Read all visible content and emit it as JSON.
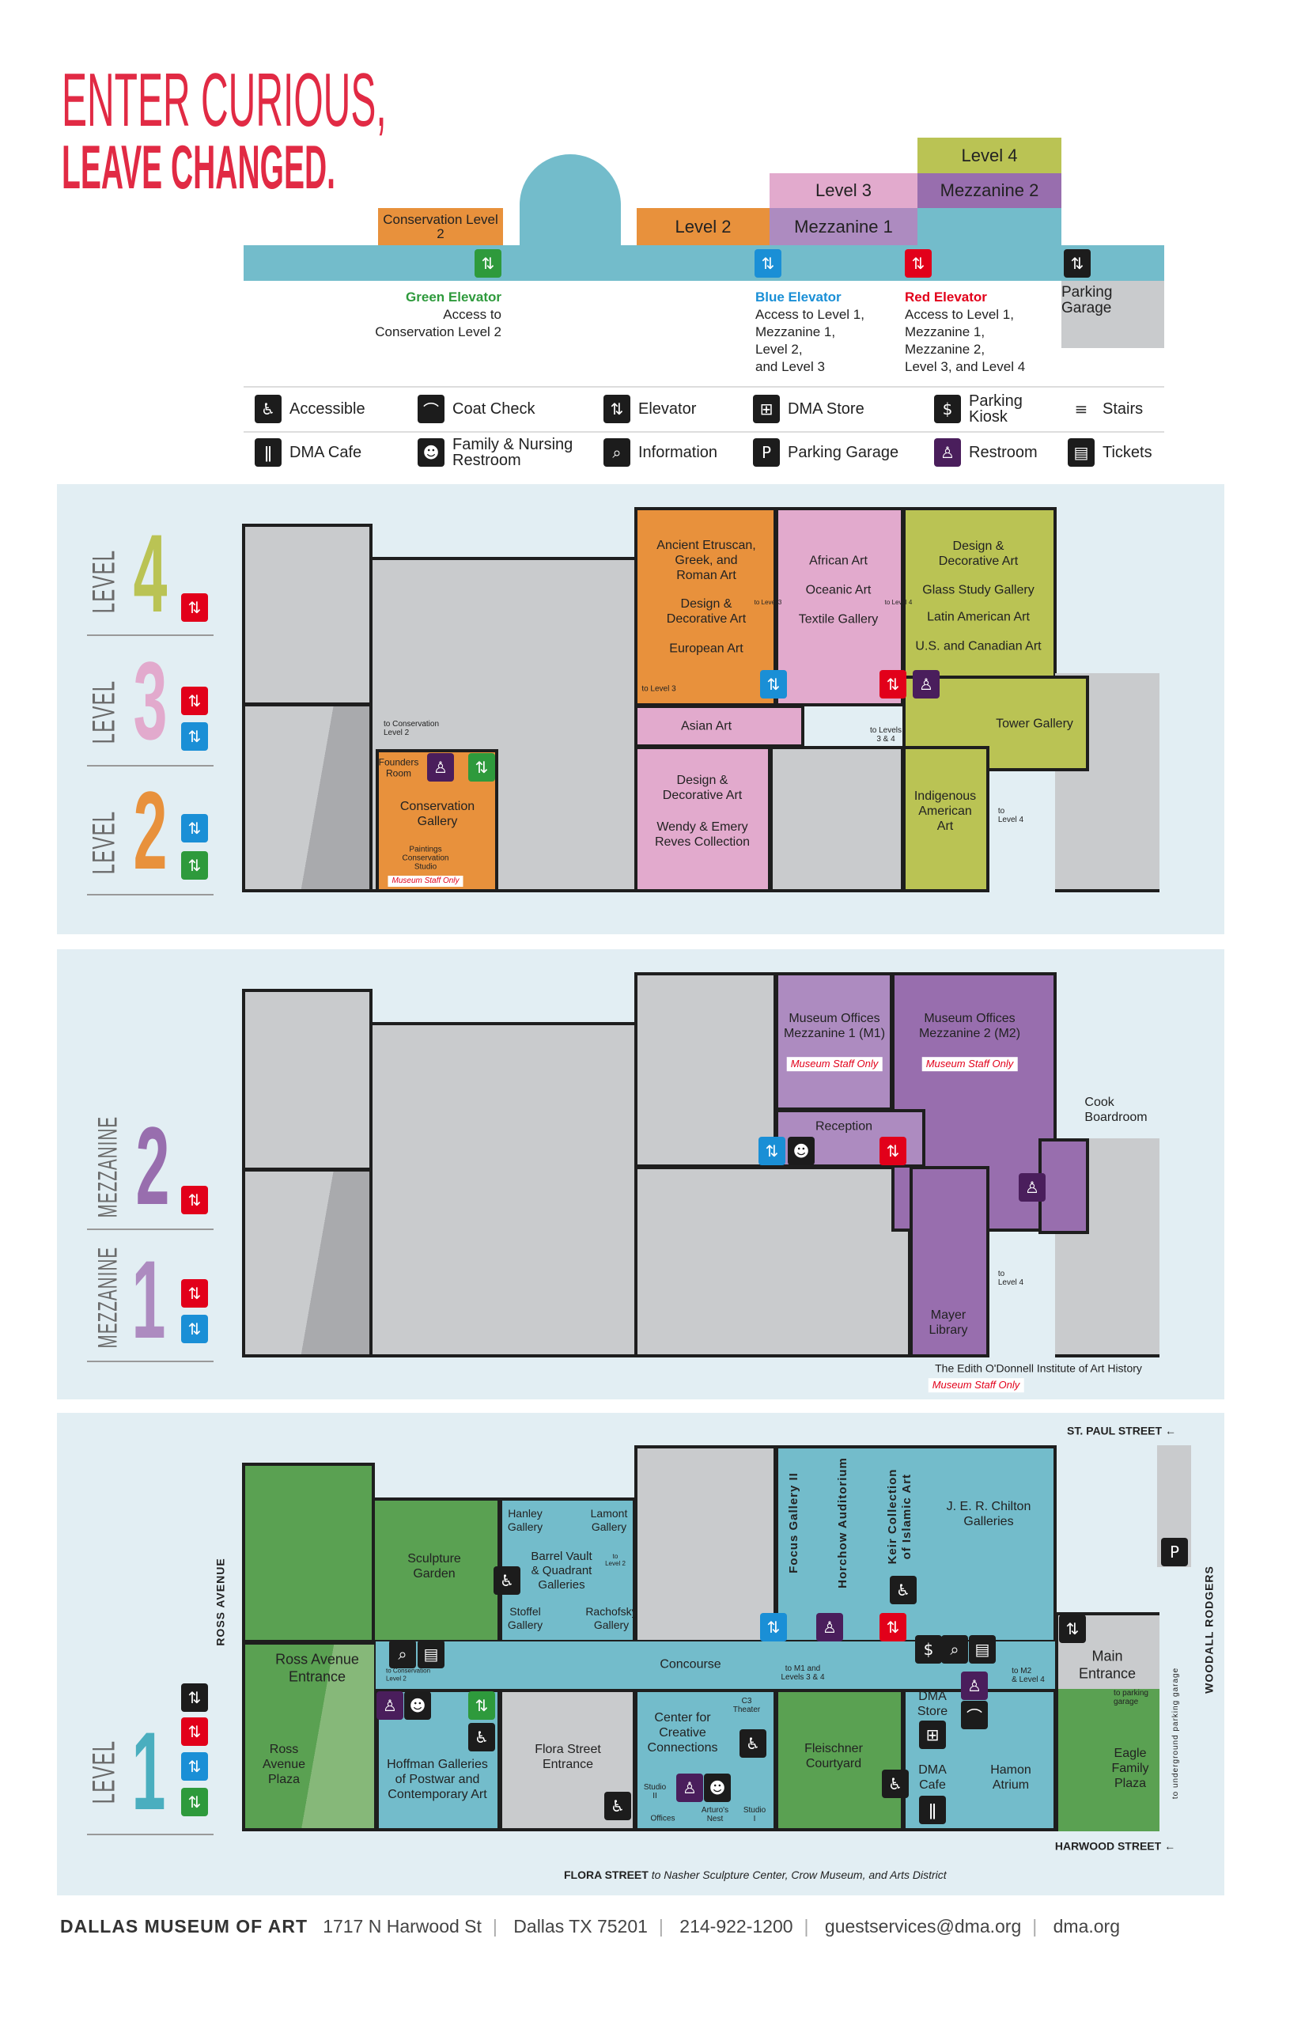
{
  "headline": {
    "line1": "ENTER CURIOUS,",
    "line2": "LEAVE CHANGED."
  },
  "elevator_diagram": {
    "blocks": {
      "conservation_level2": "Conservation\nLevel 2",
      "level2": "Level 2",
      "mezzanine1": "Mezzanine 1",
      "level3": "Level 3",
      "mezzanine2": "Mezzanine 2",
      "level4": "Level 4"
    },
    "parking_garage": "Parking\nGarage",
    "green": {
      "title": "Green Elevator",
      "desc": "Access to\nConservation Level 2",
      "color": "#2e9a3c"
    },
    "blue": {
      "title": "Blue Elevator",
      "desc": "Access to Level 1,\nMezzanine 1,\nLevel 2,\nand Level 3",
      "color": "#1a8fd6"
    },
    "red": {
      "title": "Red Elevator",
      "desc": "Access to Level 1,\nMezzanine 1,\nMezzanine 2,\nLevel 3, and Level 4",
      "color": "#e2001a"
    }
  },
  "legend": [
    {
      "label": "Accessible",
      "icon": "accessible-icon"
    },
    {
      "label": "Coat Check",
      "icon": "coat-check-icon"
    },
    {
      "label": "Elevator",
      "icon": "elevator-icon"
    },
    {
      "label": "DMA Store",
      "icon": "store-icon"
    },
    {
      "label": "Parking\nKiosk",
      "icon": "parking-kiosk-icon"
    },
    {
      "label": "Stairs",
      "icon": "stairs-icon"
    },
    {
      "label": "DMA Cafe",
      "icon": "cafe-icon"
    },
    {
      "label": "Family & Nursing\nRestroom",
      "icon": "family-restroom-icon"
    },
    {
      "label": "Information",
      "icon": "information-icon"
    },
    {
      "label": "Parking Garage",
      "icon": "parking-garage-icon"
    },
    {
      "label": "Restroom",
      "icon": "restroom-icon"
    },
    {
      "label": "Tickets",
      "icon": "tickets-icon"
    }
  ],
  "upper_levels": {
    "level_word": "LEVEL",
    "n4": "4",
    "n3": "3",
    "n2": "2",
    "rooms": {
      "ancient": "Ancient Etruscan,\nGreek, and\nRoman Art",
      "dda_orange": "Design &\nDecorative Art",
      "european": "European Art",
      "african": "African Art",
      "oceanic": "Oceanic Art",
      "textile": "Textile Gallery",
      "dda_olive": "Design &\nDecorative Art",
      "glass": "Glass Study Gallery",
      "latin": "Latin American Art",
      "us_canadian": "U.S. and Canadian Art",
      "asian": "Asian Art",
      "tower": "Tower Gallery",
      "dda_pink": "Design &\nDecorative Art",
      "reves": "Wendy & Emery\nReves Collection",
      "indigenous": "Indigenous\nAmerican\nArt",
      "founders": "Founders\nRoom",
      "conservation_gallery": "Conservation\nGallery",
      "paintings_studio": "Paintings\nConservation\nStudio",
      "staff_only": "Museum Staff Only"
    },
    "notes": {
      "to_cons": "to Conservation\nLevel 2",
      "to_level3": "to Level 3",
      "to_level3_small": "to Level 3",
      "to_level4_small": "to Level 4",
      "to_levels_34": "to Levels\n3 & 4",
      "to_level4": "to\nLevel 4"
    }
  },
  "mezzanines": {
    "word": "MEZZANINE",
    "n2": "2",
    "n1": "1",
    "rooms": {
      "m1": "Museum Offices\nMezzanine 1 (M1)",
      "m2": "Museum Offices\nMezzanine 2 (M2)",
      "staff_only": "Museum Staff Only",
      "reception": "Reception",
      "cook": "Cook\nBoardroom",
      "mayer": "Mayer\nLibrary",
      "edith": "The Edith O'Donnell Institute of Art History",
      "to_level4": "to\nLevel 4"
    }
  },
  "level1": {
    "level_word": "LEVEL",
    "n1": "1",
    "rooms": {
      "sculpture": "Sculpture\nGarden",
      "hanley": "Hanley\nGallery",
      "lamont": "Lamont\nGallery",
      "barrel": "Barrel Vault\n& Quadrant\nGalleries",
      "stoffel": "Stoffel\nGallery",
      "rachofsky": "Rachofsky\nGallery",
      "focus": "Focus Gallery II",
      "horchow": "Horchow Auditorium",
      "keir": "Keir Collection\nof Islamic Art",
      "chilton": "J. E. R. Chilton\nGalleries",
      "concourse": "Concourse",
      "main_entrance": "Main\nEntrance",
      "ross_entrance": "Ross Avenue\nEntrance",
      "ross_plaza": "Ross\nAvenue\nPlaza",
      "hoffman": "Hoffman Galleries\nof Postwar and\nContemporary Art",
      "flora_entrance": "Flora Street\nEntrance",
      "c3": "Center for\nCreative\nConnections",
      "c3_theater": "C3\nTheater",
      "fleischner": "Fleischner\nCourtyard",
      "store": "DMA\nStore",
      "cafe": "DMA\nCafe",
      "hamon": "Hamon\nAtrium",
      "eagle": "Eagle\nFamily\nPlaza",
      "studio2": "Studio\nII",
      "offices": "Offices",
      "arturo": "Arturo's\nNest",
      "studio1": "Studio\nI"
    },
    "notes": {
      "to_level2": "to\nLevel 2",
      "to_m1": "to M1 and\nLevels 3 & 4",
      "to_m2": "to M2\n& Level 4",
      "to_parking": "to parking\ngarage",
      "to_cons": "to Conservation\nLevel 2",
      "underground": "to underground parking garage"
    },
    "streets": {
      "st_paul": "ST. PAUL STREET ←",
      "harwood": "HARWOOD STREET ←",
      "ross": "ROSS AVENUE",
      "woodall": "WOODALL RODGERS",
      "flora": "FLORA STREET",
      "flora_note": "to Nasher Sculpture Center, Crow Museum, and Arts District"
    }
  },
  "footer": {
    "name": "DALLAS MUSEUM OF ART",
    "address": "1717 N Harwood St",
    "city": "Dallas TX 75201",
    "phone": "214-922-1200",
    "email": "guestservices@dma.org",
    "web": "dma.org"
  }
}
